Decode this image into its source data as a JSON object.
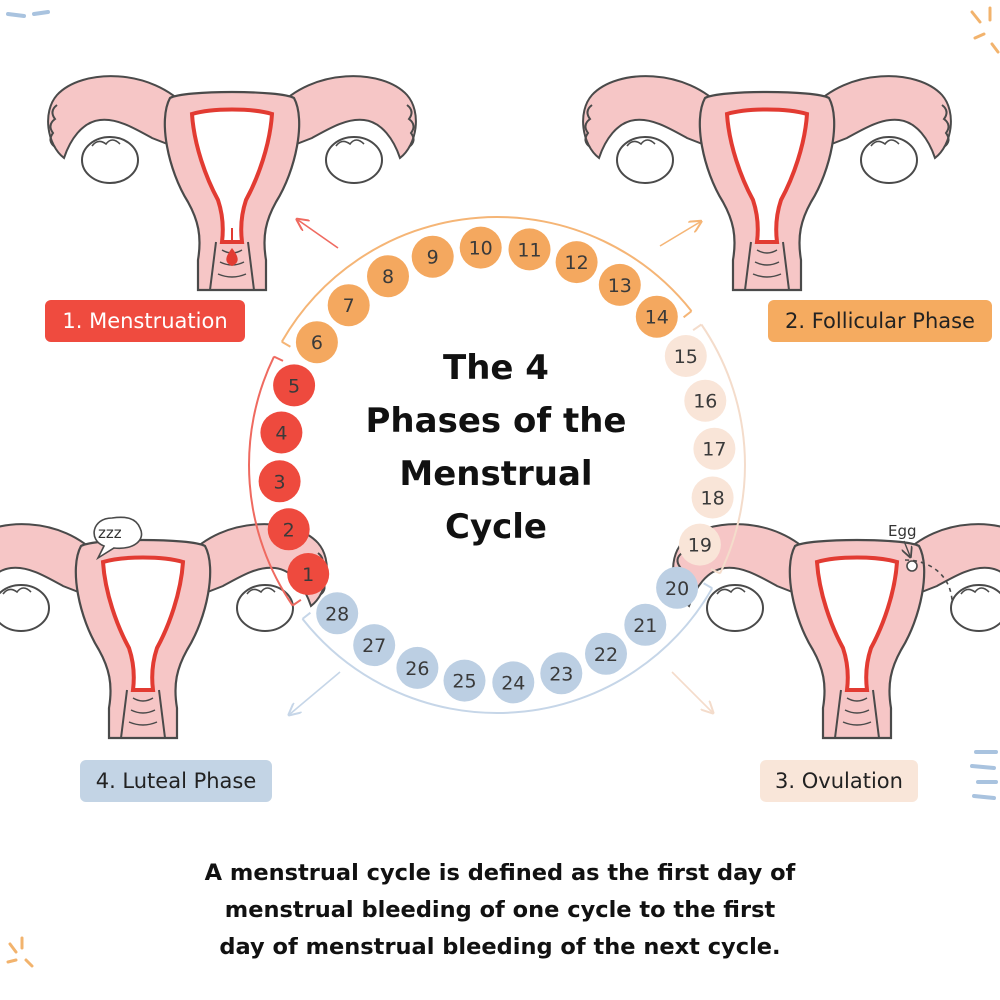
{
  "title_lines": [
    "The 4",
    "Phases of the",
    "Menstrual",
    "Cycle"
  ],
  "phases": [
    {
      "label": "1. Menstruation",
      "bg": "#ef4b3f",
      "text_color": "#ffffff"
    },
    {
      "label": "2. Follicular Phase",
      "bg": "#f5ab60",
      "text_color": "#222222"
    },
    {
      "label": "3. Ovulation",
      "bg": "#f9e6d9",
      "text_color": "#222222"
    },
    {
      "label": "4. Luteal Phase",
      "bg": "#c3d4e5",
      "text_color": "#222222"
    }
  ],
  "days": [
    {
      "n": "1",
      "phase": 0
    },
    {
      "n": "2",
      "phase": 0
    },
    {
      "n": "3",
      "phase": 0
    },
    {
      "n": "4",
      "phase": 0
    },
    {
      "n": "5",
      "phase": 0
    },
    {
      "n": "6",
      "phase": 1
    },
    {
      "n": "7",
      "phase": 1
    },
    {
      "n": "8",
      "phase": 1
    },
    {
      "n": "9",
      "phase": 1
    },
    {
      "n": "10",
      "phase": 1
    },
    {
      "n": "11",
      "phase": 1
    },
    {
      "n": "12",
      "phase": 1
    },
    {
      "n": "13",
      "phase": 1
    },
    {
      "n": "14",
      "phase": 1
    },
    {
      "n": "15",
      "phase": 2
    },
    {
      "n": "16",
      "phase": 2
    },
    {
      "n": "17",
      "phase": 2
    },
    {
      "n": "18",
      "phase": 2
    },
    {
      "n": "19",
      "phase": 2
    },
    {
      "n": "20",
      "phase": 3
    },
    {
      "n": "21",
      "phase": 3
    },
    {
      "n": "22",
      "phase": 3
    },
    {
      "n": "23",
      "phase": 3
    },
    {
      "n": "24",
      "phase": 3
    },
    {
      "n": "25",
      "phase": 3
    },
    {
      "n": "26",
      "phase": 3
    },
    {
      "n": "27",
      "phase": 3
    },
    {
      "n": "28",
      "phase": 3
    }
  ],
  "day_colors": [
    "#ee4a3e",
    "#f4a85f",
    "#f9e5d8",
    "#bccfe3"
  ],
  "arc_colors": [
    "#ef6a60",
    "#f5b576",
    "#f4dccb",
    "#c6d6e8"
  ],
  "ovulation_annotation": "Egg",
  "luteal_annotation": "zzz",
  "caption_lines": [
    "A menstrual cycle is defined as the first day of",
    "menstrual bleeding of one cycle to the first",
    "day of menstrual bleeding of the next cycle."
  ],
  "icons": {
    "uterus": "uterus-illustration-icon",
    "arrow": "arrow-icon",
    "blood_drop": "blood-drop-icon",
    "speech_bubble": "speech-bubble-icon",
    "sparkle": "sparkle-decoration-icon"
  }
}
